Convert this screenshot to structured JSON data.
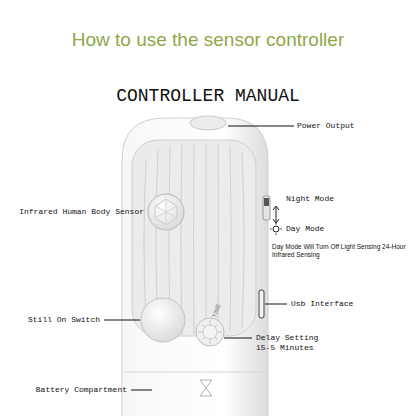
{
  "diagram": {
    "title": "How to use the sensor controller",
    "labels": [
      "CONTROLLER MANUAL",
      "Power Output",
      "Night Mode",
      "Day Mode",
      "Day Mode Will Turn Off Light Sensing 24-Hour Infrared Sensing",
      "Usb Interface",
      "Infrared Human Body Sensor",
      "Still On Switch",
      "TIME",
      "Delay Setting 15-5 Minutes",
      "Battery Compartment"
    ]
  }
}
